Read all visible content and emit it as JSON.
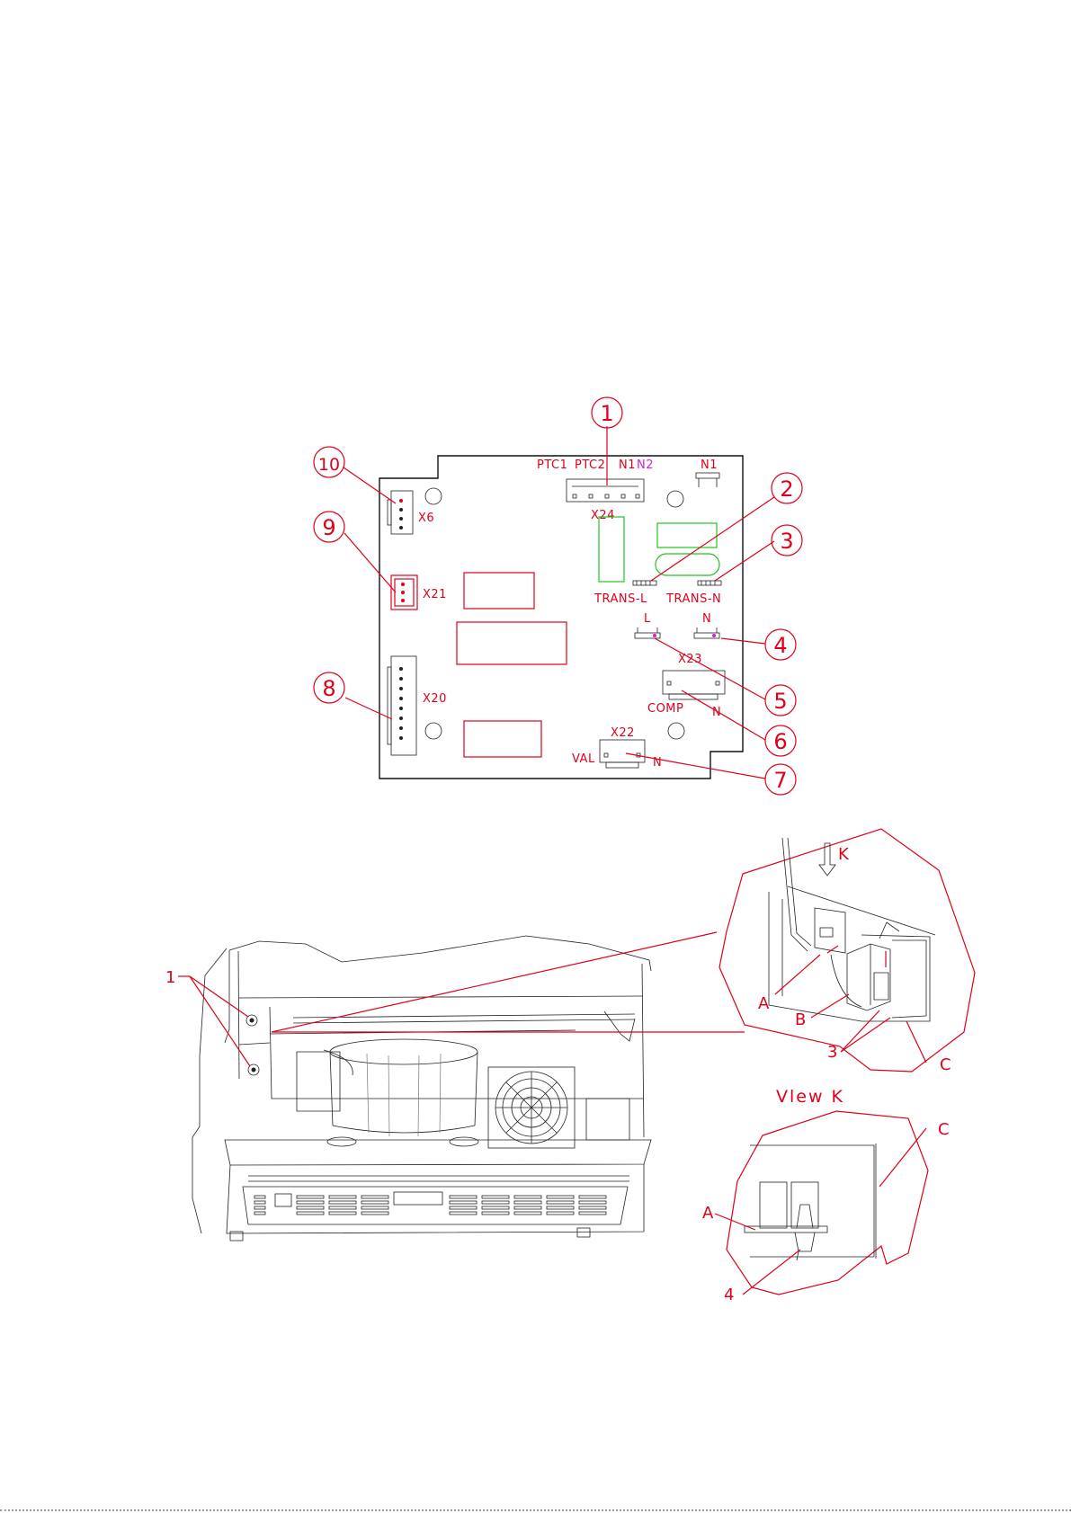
{
  "pcb": {
    "connectors": {
      "x24": "X24",
      "x6": "X6",
      "x21": "X21",
      "x20": "X20",
      "x22": "X22",
      "x23": "X23"
    },
    "terminals": {
      "ptc1": "PTC1",
      "ptc2": "PTC2",
      "n1": "N1",
      "n2": "N2",
      "n1_corner": "N1",
      "trans_l": "TRANS-L",
      "trans_n": "TRANS-N",
      "l": "L",
      "n": "N",
      "comp": "COMP",
      "comp_n": "N",
      "val": "VAL",
      "val_n": "N"
    }
  },
  "callouts": [
    "1",
    "2",
    "3",
    "4",
    "5",
    "6",
    "7",
    "8",
    "9",
    "10"
  ],
  "assembly": {
    "screws_label": "1",
    "detail_a": "A",
    "detail_b": "B",
    "detail_3": "3",
    "detail_c": "C",
    "arrow_k": "K",
    "view_title": "Vlew K",
    "view_a": "A",
    "view_c": "C",
    "view_4": "4"
  }
}
